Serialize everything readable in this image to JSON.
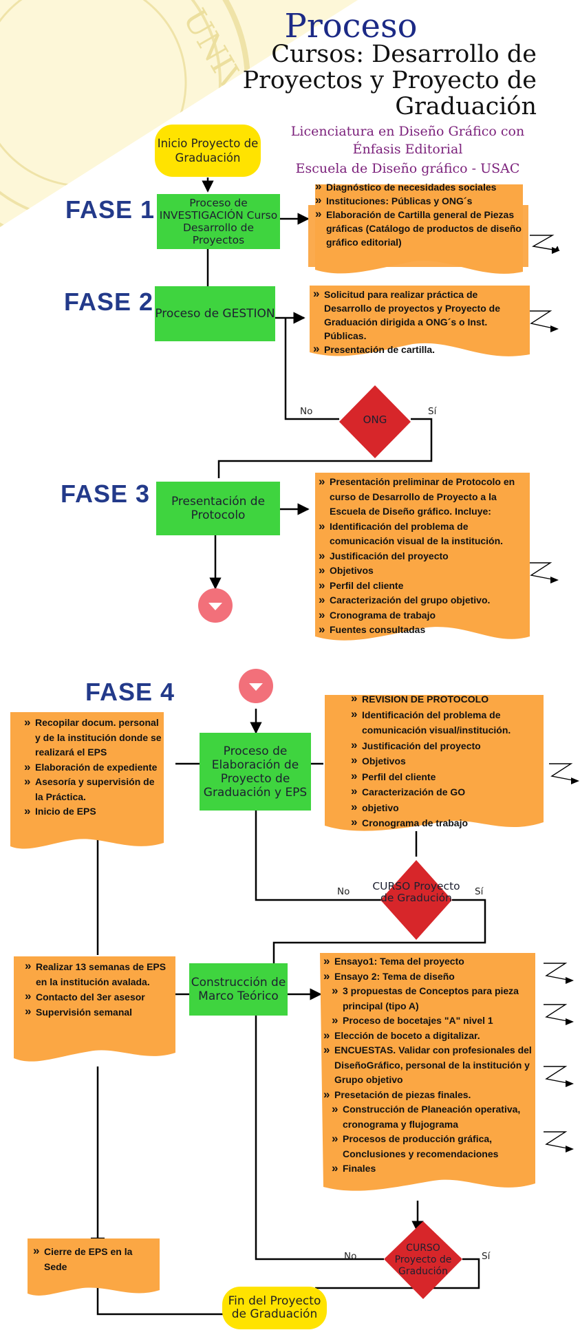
{
  "header": {
    "title": "Proceso",
    "subtitle": "Cursos: Desarrollo de Proyectos y Proyecto de Graduación",
    "program": "Licenciatura en Diseño Gráfico con Énfasis Editorial",
    "school": "Escuela de Diseño gráfico - USAC"
  },
  "colors": {
    "green": "#3fd43f",
    "orange": "#fba744",
    "yellow": "#ffe300",
    "red": "#d7262a",
    "pink": "#f2707a",
    "phase_blue": "#233a8a"
  },
  "start": {
    "label": "Inicio Proyecto de Graduación"
  },
  "end": {
    "label": "Fin del Proyecto de Graduación"
  },
  "phases": [
    {
      "label": "FASE 1"
    },
    {
      "label": "FASE 2"
    },
    {
      "label": "FASE 3"
    },
    {
      "label": "FASE 4"
    }
  ],
  "process_boxes": {
    "investigacion": "Proceso de INVESTIGACIÓN Curso Desarrollo de Proyectos",
    "gestion": "Proceso de GESTION",
    "protocolo": "Presentación de Protocolo",
    "elaboracion": "Proceso de Elaboración de Proyecto de Graduación y EPS",
    "marco": "Construcción de Marco Teórico"
  },
  "decisions": {
    "ong": {
      "label": "ONG",
      "no": "No",
      "yes": "Sí"
    },
    "curso1": {
      "label": "CURSO Proyecto de Gradución",
      "no": "No",
      "yes": "Sí"
    },
    "curso2": {
      "label": "CURSO Proyecto de Gradución",
      "no": "No",
      "yes": "Sí"
    }
  },
  "notes": {
    "fase1": [
      "Diagnóstico de necesidades sociales",
      "Instituciones: Públicas y  ONG´s",
      "Elaboración de Cartilla general de Piezas gráficas (Catálogo de productos de diseño gráfico editorial)"
    ],
    "fase2": [
      "Solicitud para realizar práctica de Desarrollo de proyectos y Proyecto de Graduación dirigida a ONG´s o Inst. Públicas.",
      "Presentación de cartilla."
    ],
    "fase3": [
      "Presentación preliminar de Protocolo en curso de Desarrollo de Proyecto a la Escuela de Diseño gráfico. Incluye:",
      "Identificación del problema de comunicación visual de la institución.",
      "Justificación del proyecto",
      "Objetivos",
      "Perfil del cliente",
      "Caracterización del grupo objetivo.",
      "Cronograma de trabajo",
      "Fuentes consultadas"
    ],
    "fase4_right": [
      "REVISION DE PROTOCOLO",
      "Identificación del problema de comunicación visual/institución.",
      "Justificación del proyecto",
      "Objetivos",
      "Perfil del cliente",
      "Caracterización de GO",
      "objetivo",
      "Cronograma de trabajo"
    ],
    "fase4_left": [
      "Recopilar docum. personal y de la institución donde se realizará el EPS",
      "Elaboración de expediente",
      "Asesoría y supervisión de la Práctica.",
      "Inicio de EPS"
    ],
    "eps": [
      "Realizar 13 semanas de EPS en la institución avalada.",
      "Contacto del 3er asesor",
      "Supervisión semanal"
    ],
    "marco": [
      "Ensayo1: Tema del proyecto",
      "Ensayo 2: Tema de diseño",
      "3 propuestas de Conceptos para pieza principal (tipo A)",
      "Proceso de bocetajes \"A\" nivel 1",
      "Elección de boceto a digitalizar.",
      "ENCUESTAS. Validar con profesionales del DiseñoGráfico, personal de la institución y Grupo objetivo",
      "Presetación de piezas finales.",
      "Construcción de Planeación operativa, cronograma y flujograma",
      "Procesos de producción gráfica, Conclusiones y recomendaciones",
      "Finales"
    ],
    "cierre": [
      "Cierre de EPS en la Sede"
    ]
  }
}
